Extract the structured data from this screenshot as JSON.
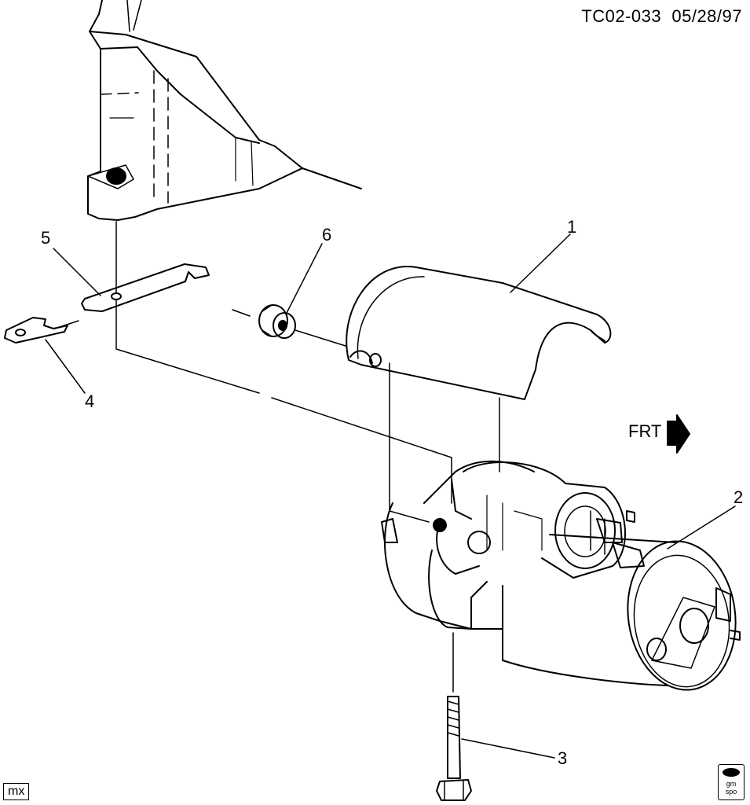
{
  "header": {
    "code": "TC02-033",
    "date": "05/28/97"
  },
  "callouts": [
    {
      "id": "1",
      "part": "starter-shield"
    },
    {
      "id": "2",
      "part": "starter-motor"
    },
    {
      "id": "3",
      "part": "starter-bolt"
    },
    {
      "id": "4",
      "part": "washer-clip"
    },
    {
      "id": "5",
      "part": "brace-plate"
    },
    {
      "id": "6",
      "part": "grommet"
    }
  ],
  "direction_label": "FRT",
  "corner_tag": "mx",
  "badge": {
    "line1": "gm",
    "line2": "spo"
  },
  "icons": [
    "front-arrow-icon",
    "gm-spo-logo-icon"
  ],
  "colors": {
    "ink": "#000000",
    "paper": "#ffffff"
  }
}
